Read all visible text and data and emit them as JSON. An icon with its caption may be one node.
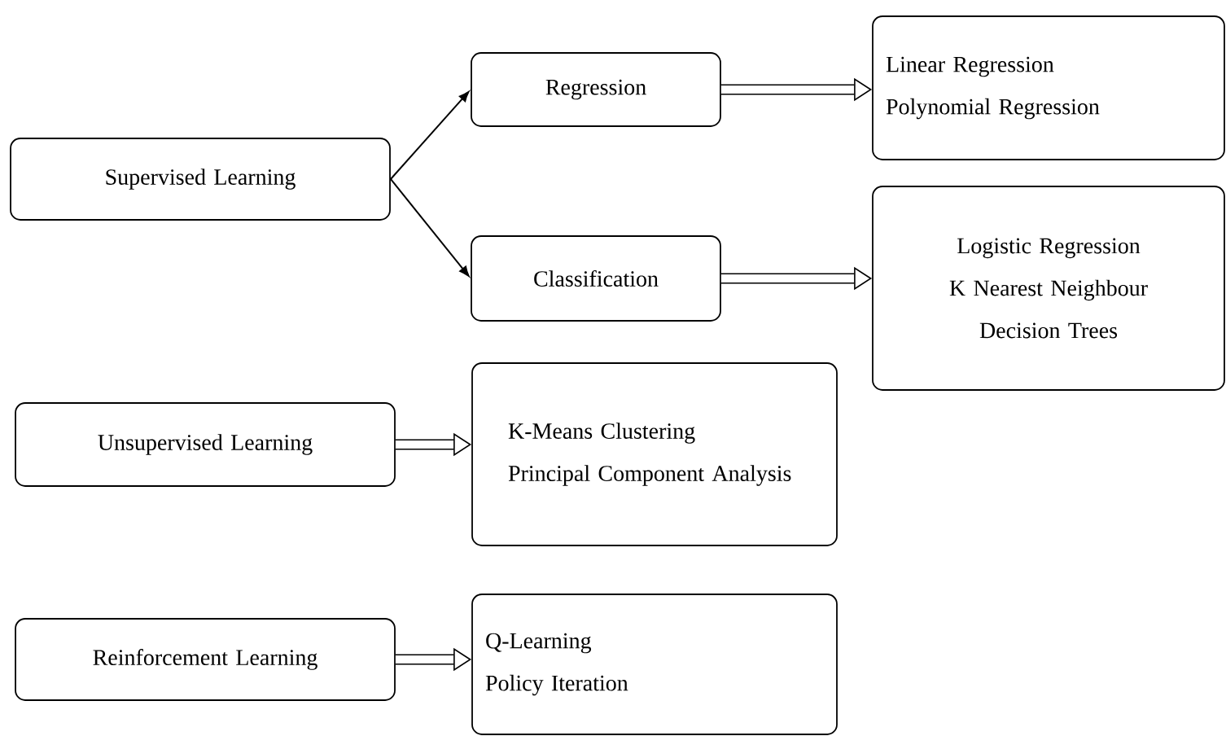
{
  "diagram": {
    "nodes": [
      {
        "text": [
          "Supervised Learning"
        ]
      },
      {
        "text": [
          "Regression"
        ]
      },
      {
        "text": [
          "Classification"
        ]
      },
      {
        "text": [
          "Linear Regression",
          "Polynomial Regression"
        ]
      },
      {
        "text": [
          "Logistic Regression",
          "K Nearest Neighbour",
          "Decision Trees"
        ]
      },
      {
        "text": [
          "Unsupervised Learning"
        ]
      },
      {
        "text": [
          "K-Means Clustering",
          "Principal Component Analysis"
        ]
      },
      {
        "text": [
          "Reinforcement Learning"
        ]
      },
      {
        "text": [
          "Q-Learning",
          "Policy Iteration"
        ]
      }
    ],
    "edges": [
      {
        "from": 0,
        "to": 1,
        "arrow": "to"
      },
      {
        "from": 0,
        "to": 2,
        "arrow": "to"
      },
      {
        "from": 1,
        "to": 3,
        "arrow": "to"
      },
      {
        "from": 2,
        "to": 4,
        "arrow": "to"
      },
      {
        "from": 5,
        "to": 6,
        "arrow": "to"
      },
      {
        "from": 7,
        "to": 8,
        "arrow": "to"
      }
    ]
  }
}
